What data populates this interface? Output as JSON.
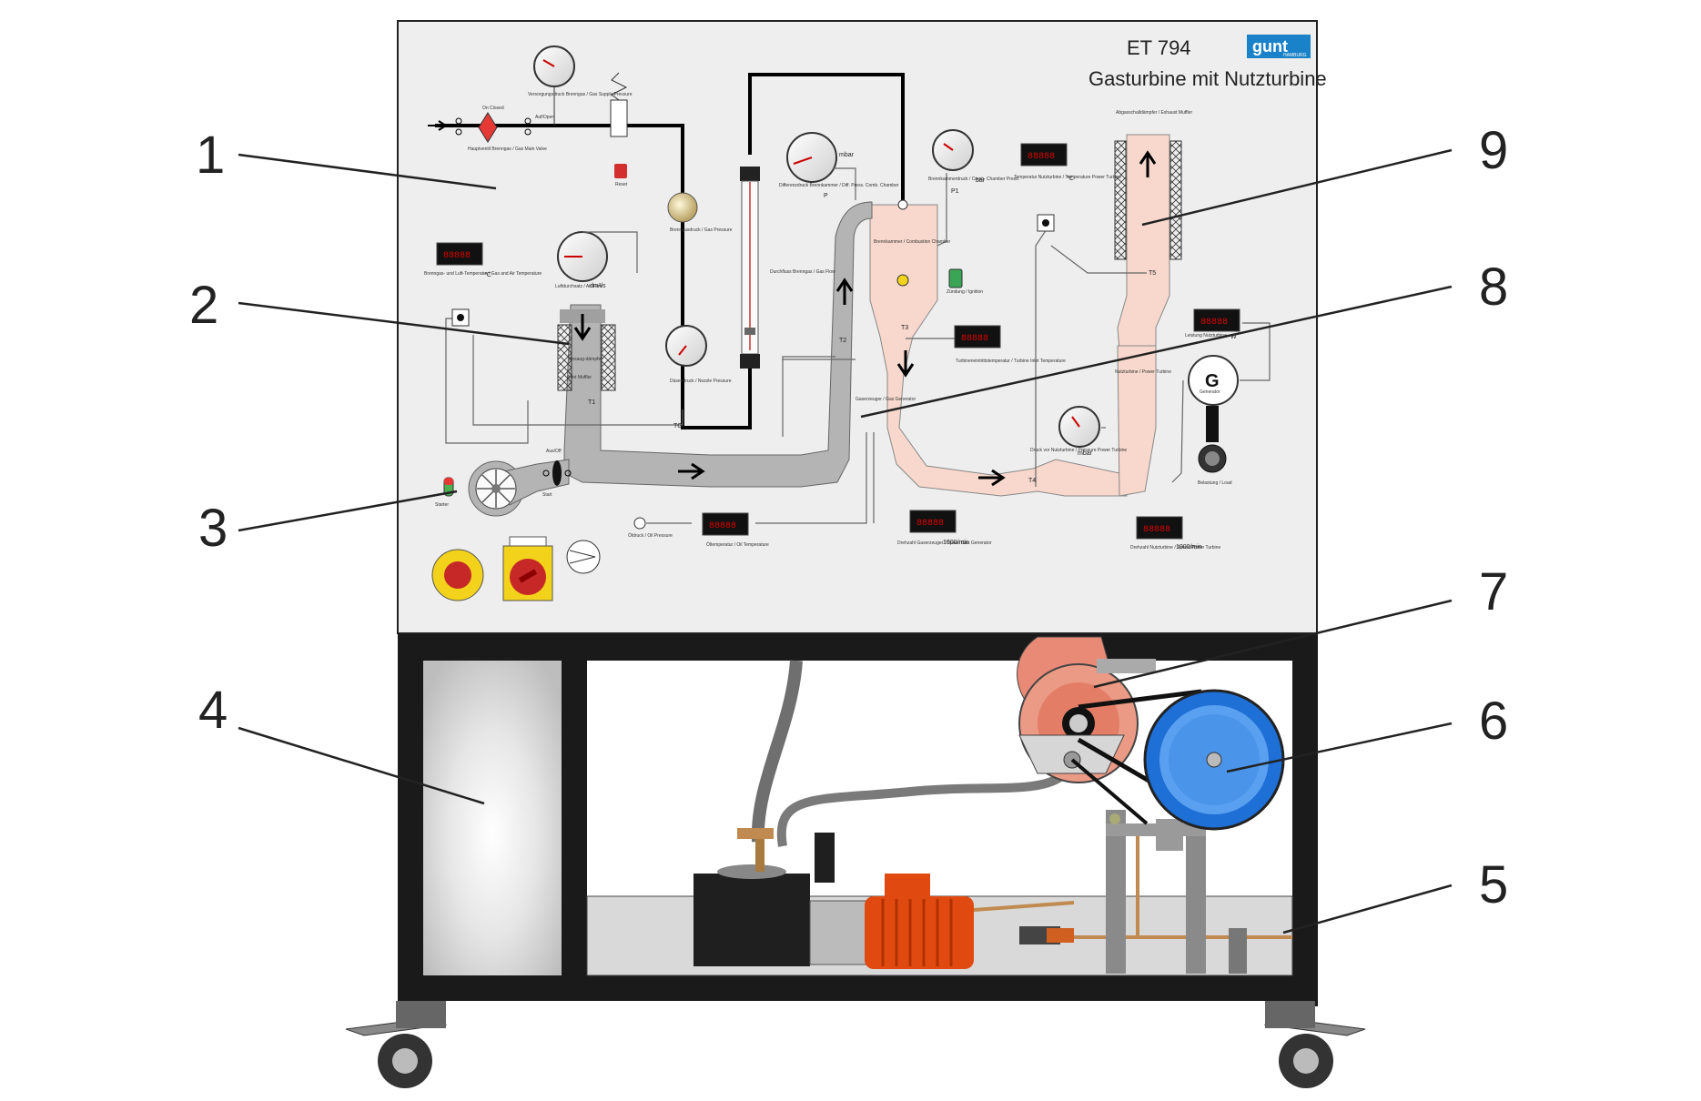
{
  "title": "ET 794",
  "subtitle": "Gasturbine mit Nutzturbine",
  "logo_text": "gunt",
  "logo_subtext": "HAMBURG",
  "callouts": [
    "1",
    "2",
    "3",
    "4",
    "5",
    "6",
    "7",
    "8",
    "9"
  ],
  "panel": {
    "main_valve": "Hauptventil Brenngas / Gas Main Valve",
    "main_valve_state": "On Closed",
    "auf_open": "Auf/Open",
    "supply_pressure": "Versorgungsdruck Brenngas / Gas Supply Pressure",
    "reset": "Reset",
    "gas_pressure": "Brenngasdruck / Gas Pressure",
    "nozzle_pressure": "Düsendruck / Nozzle Pressure",
    "gas_flow": "Durchfluss Brenngas / Gas Flow",
    "diff_pressure": "Differenzdruck Brennkammer / Diff. Press. Comb. Chamber",
    "mbar": "mbar",
    "bar": "bar",
    "chamber_pressure": "Brennkammerdruck / Comb. Chamber Press.",
    "combustion_chamber": "Brennkammer / Combustion Chamber",
    "ignition": "Zündung / Ignition",
    "t_power_turbine": "Temperatur Nutzturbine / Temperature Power Turbine",
    "unit_c": "°C",
    "exhaust_muffler": "Abgasschalldämpfer / Exhaust Muffler",
    "gas_air_temp": "Brenngas- und Luft-Temperatur / Gas and Air Temperature",
    "air_flow": "Luftdurchsatz / Air Flow",
    "air_flow_unit": "dm³/s",
    "inlet_muffler_de": "Ansaug-dämpfer",
    "inlet_muffler_en": "Inlet Muffler",
    "turbine_inlet_temp": "Turbineneintrittstemperatur / Turbine Inlet Temperature",
    "gas_generator": "Gaserzeuger / Gas Generator",
    "power_turbine": "Nutzturbine / Power Turbine",
    "generator": "G",
    "generator_label": "Generator",
    "load": "Belastung / Load",
    "pressure_power_turbine": "Druck vor Nutzturbine / Pressure Power Turbine",
    "power_output": "Leistung Nutzturbine",
    "power_unit": "W",
    "starter": "Starter",
    "start_label": "Start",
    "on_off": "Aus/Off",
    "oil_pressure": "Öldruck / Oil Pressure",
    "oil_temp": "Öltemperatur / Oil Temperature",
    "speed_gas_gen": "Drehzahl Gaserzeuger / Speed Gas Generator",
    "speed_power_turbine": "Drehzahl Nutzturbine / Speed Power Turbine",
    "rpm_unit": "1000/min",
    "t1": "T1",
    "t2": "T2",
    "t3": "T3",
    "t4": "T4",
    "t5": "T5",
    "tg": "TG",
    "p": "P",
    "p1": "P1",
    "display_value": "88888"
  }
}
